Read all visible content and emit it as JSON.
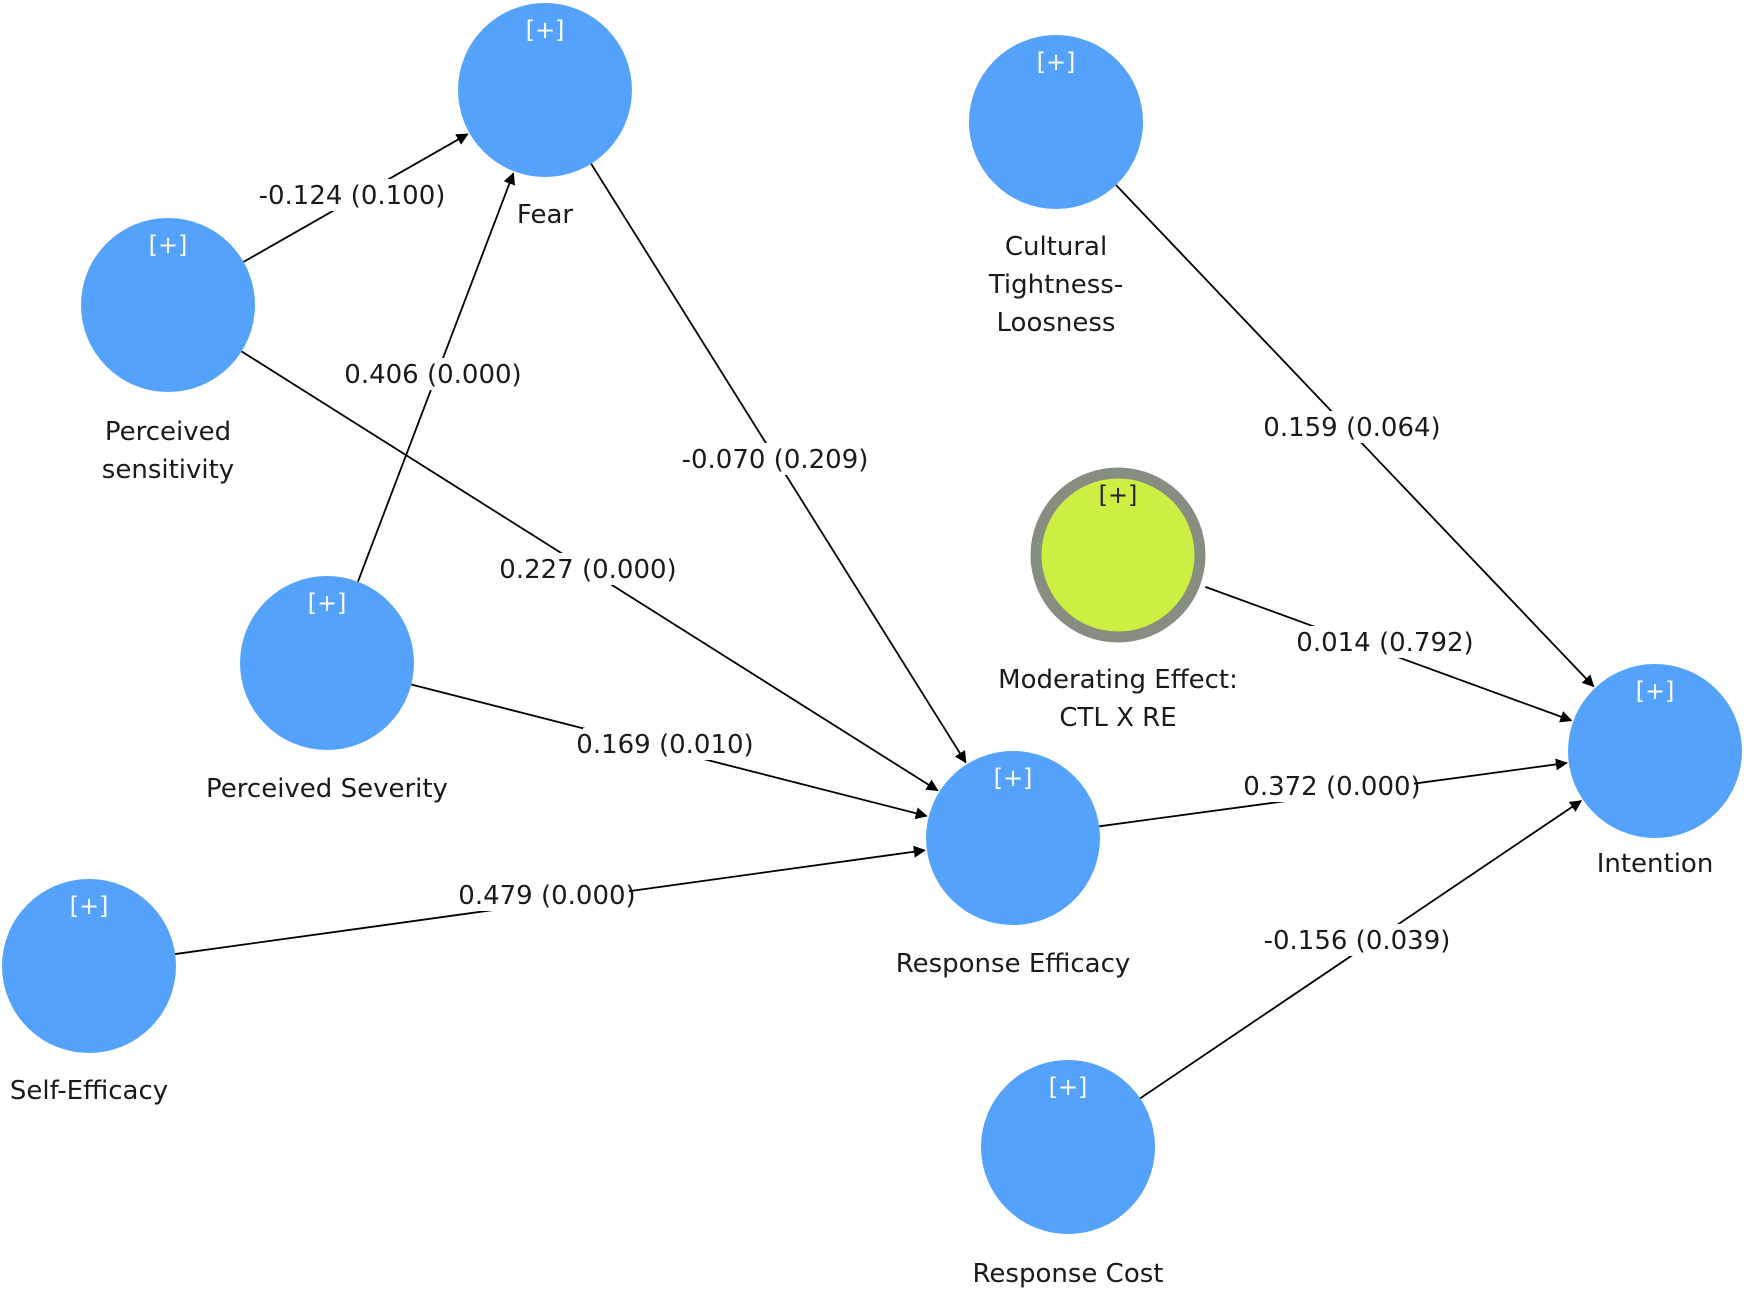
{
  "nodes": [
    {
      "id": "fear",
      "name": "Fear",
      "expander": "[+]",
      "kind": "latent"
    },
    {
      "id": "perceived_sensitivity",
      "name": "Perceived sensitivity",
      "label_lines": [
        "Perceived",
        "sensitivity"
      ],
      "expander": "[+]",
      "kind": "latent"
    },
    {
      "id": "perceived_severity",
      "name": "Perceived Severity",
      "expander": "[+]",
      "kind": "latent"
    },
    {
      "id": "self_efficacy",
      "name": "Self-Efficacy",
      "expander": "[+]",
      "kind": "latent"
    },
    {
      "id": "response_efficacy",
      "name": "Response Efficacy",
      "expander": "[+]",
      "kind": "latent"
    },
    {
      "id": "cultural_tl",
      "name": "Cultural Tightness-Loosness",
      "label_lines": [
        "Cultural",
        "Tightness-",
        "Loosness"
      ],
      "expander": "[+]",
      "kind": "latent"
    },
    {
      "id": "moderating",
      "name": "Moderating Effect: CTL X RE",
      "label_lines": [
        "Moderating Effect:",
        "CTL X RE"
      ],
      "expander": "[+]",
      "kind": "moderator"
    },
    {
      "id": "intention",
      "name": "Intention",
      "expander": "[+]",
      "kind": "latent"
    },
    {
      "id": "response_cost",
      "name": "Response Cost",
      "expander": "[+]",
      "kind": "latent"
    }
  ],
  "paths": [
    {
      "from": "perceived_sensitivity",
      "to": "fear",
      "label": "-0.124 (0.100)"
    },
    {
      "from": "perceived_severity",
      "to": "fear",
      "label": "0.406 (0.000)"
    },
    {
      "from": "fear",
      "to": "response_efficacy",
      "label": "-0.070 (0.209)"
    },
    {
      "from": "perceived_sensitivity",
      "to": "response_efficacy",
      "label": "0.227 (0.000)"
    },
    {
      "from": "perceived_severity",
      "to": "response_efficacy",
      "label": "0.169 (0.010)"
    },
    {
      "from": "self_efficacy",
      "to": "response_efficacy",
      "label": "0.479 (0.000)"
    },
    {
      "from": "cultural_tl",
      "to": "intention",
      "label": "0.159 (0.064)"
    },
    {
      "from": "moderating",
      "to": "intention",
      "label": "0.014 (0.792)"
    },
    {
      "from": "response_efficacy",
      "to": "intention",
      "label": "0.372 (0.000)"
    },
    {
      "from": "response_cost",
      "to": "intention",
      "label": "-0.156 (0.039)"
    }
  ],
  "colors": {
    "latent_fill": "#54a2fc",
    "moderator_fill": "#cbef42",
    "moderator_border": "#858e80",
    "arrow": "#000000"
  }
}
